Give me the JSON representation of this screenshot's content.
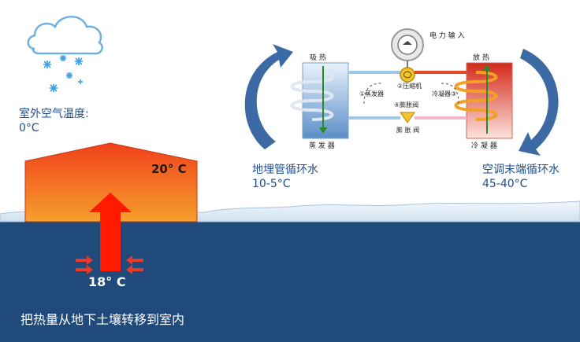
{
  "outdoor": {
    "label": "室外空气温度:",
    "value": "0°C"
  },
  "house": {
    "temp": "20° C"
  },
  "ground": {
    "temp": "18° C",
    "caption": "把热量从地下土壤转移到室内"
  },
  "loops": {
    "ground_loop_name": "地埋管循环水",
    "ground_loop_temp": "10-5°C",
    "terminal_loop_name": "空调末端循环水",
    "terminal_loop_temp": "45-40°C"
  },
  "heat_pump": {
    "power_input": "电 力 输 入",
    "absorb_heat": "吸 热",
    "release_heat": "放 热",
    "evaporator_bottom": "蒸 发 器",
    "condenser_bottom": "冷 凝 器",
    "compressor": "②压缩机",
    "evaporator_inner": "①蒸发器",
    "condenser_inner": "冷凝器③",
    "expansion_valve_inner": "④膨胀阀",
    "expansion_valve_bottom": "膨 胀 阀"
  },
  "colors": {
    "ground_fill": "#1f4a7a",
    "house_top": "#f24a1a",
    "house_bottom": "#f59a2c",
    "arrow_red": "#ff1a00",
    "loop_arrow": "#3b6aa5",
    "label_blue": "#1f4e8c"
  }
}
